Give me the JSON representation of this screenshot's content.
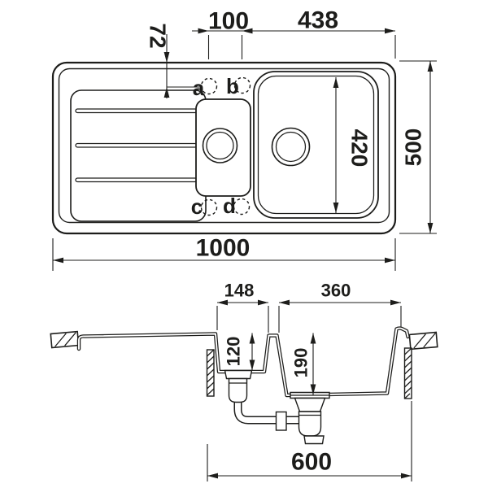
{
  "drawing": {
    "colors": {
      "line": "#1d1d1b",
      "background": "#ffffff"
    },
    "top_view": {
      "dims": {
        "hole_spacing": "100",
        "right_span": "438",
        "hole_offset": "72",
        "bowl_length": "420",
        "overall_depth": "500",
        "overall_width": "1000"
      },
      "tap_holes": {
        "a": "a",
        "b": "b",
        "c": "c",
        "d": "d"
      }
    },
    "section_view": {
      "dims": {
        "small_bowl_width": "148",
        "large_bowl_width": "360",
        "small_bowl_depth": "120",
        "large_bowl_depth": "190",
        "cabinet_width": "600"
      }
    }
  }
}
